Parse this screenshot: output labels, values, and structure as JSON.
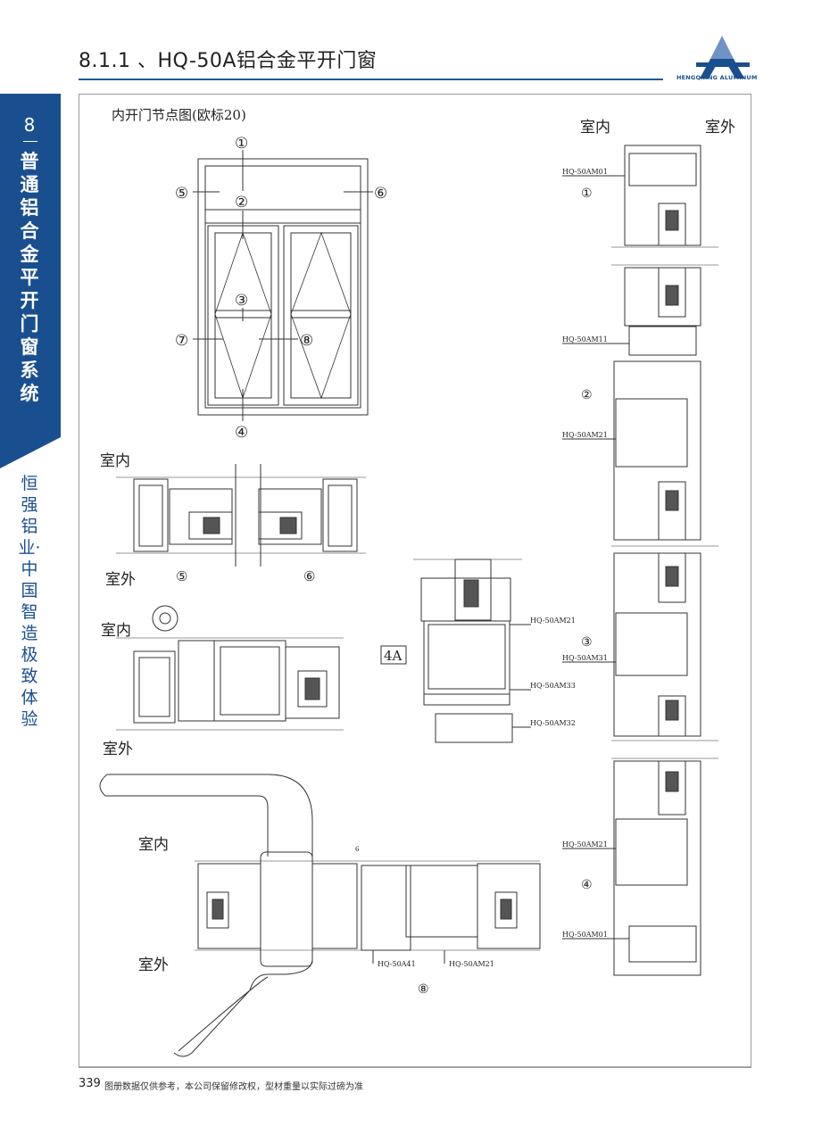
{
  "header": {
    "title": "8.1.1 、HQ-50A铝合金平开门窗",
    "logo_text": "HENGQIANG ALUMINUM"
  },
  "sidebar": {
    "chapter": "8",
    "title": "普通铝合金平开门窗系统",
    "slogan": "恒强铝业·中国智造 极致体验"
  },
  "drawing": {
    "title": "内开门节点图(欧标20)",
    "elevation_marks": [
      "①",
      "②",
      "③",
      "④",
      "⑤",
      "⑥",
      "⑦",
      "⑧"
    ],
    "indoor": "室内",
    "outdoor": "室外",
    "section_5_6": {
      "mark5": "⑤",
      "mark6": "⑥"
    },
    "section_4a": {
      "tag": "4A",
      "labels": [
        "HQ-50AM21",
        "HQ-50AM33",
        "HQ-50AM32"
      ]
    },
    "right_column": {
      "labels": [
        "HQ-50AM01",
        "HQ-50AM11",
        "HQ-50AM21",
        "HQ-50AM31",
        "HQ-50AM21",
        "HQ-50AM01"
      ],
      "marks": [
        "①",
        "②",
        "③",
        "④"
      ]
    },
    "section_8": {
      "labels": [
        "HQ-50A41",
        "HQ-50AM21"
      ],
      "mark": "⑧",
      "dim": "6"
    }
  },
  "footer": {
    "page": "339",
    "note": "图册数据仅供参考，本公司保留修改权，型材重量以实际过磅为准"
  },
  "colors": {
    "brand": "#1a4f8f",
    "rule": "#1f5a9a"
  }
}
